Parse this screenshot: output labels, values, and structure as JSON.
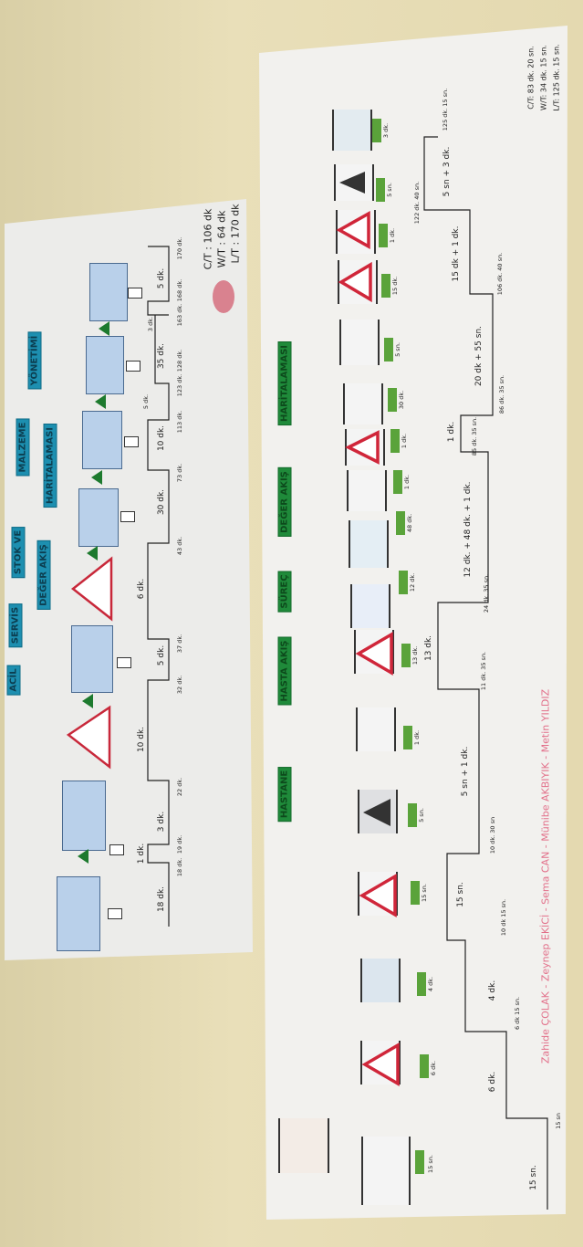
{
  "left_poster": {
    "title_words": [
      "ACİL",
      "SERVİS",
      "STOK VE",
      "MALZEME",
      "YÖNETİMİ"
    ],
    "subtitle_words": [
      "DEĞER AKIŞ",
      "HARİTALAMASI"
    ],
    "process_time_labels": [
      "18 dk.",
      "1 dk.",
      "3 dk.",
      "10 dk.",
      "5 dk.",
      "6 dk.",
      "30 dk.",
      "10 dk.",
      "5 dk.",
      "35 dk.",
      "3 dk.",
      "5 dk."
    ],
    "cumulative_labels": [
      "18 dk.",
      "19 dk.",
      "22 dk.",
      "32 dk.",
      "37 dk.",
      "43 dk.",
      "73 dk.",
      "113 dk.",
      "123 dk.",
      "128 dk.",
      "163 dk.",
      "168 dk.",
      "170 dk."
    ],
    "summary": {
      "ct": "C/T : 106 dk",
      "wt": "W/T : 64 dk",
      "lt": "L/T : 170 dk"
    }
  },
  "right_poster": {
    "title_words": [
      "HASTANE",
      "HASTA AKIŞ",
      "SÜREÇ",
      "DEĞER AKIŞ",
      "HARİTALAMASI"
    ],
    "step_times": [
      "15 sn.",
      "6 dk.",
      "4 dk.",
      "15 sn.",
      "5 sn.",
      "1 dk.",
      "13 dk.",
      "12 dk.",
      "48 dk.",
      "1 dk.",
      "1 dk.",
      "30 dk.",
      "5 sn.",
      "15 dk.",
      "1 dk.",
      "5 sn.",
      "3 dk."
    ],
    "process_time_labels": [
      "15 sn.",
      "6 dk.",
      "4 dk.",
      "15 sn.",
      "5 sn + 1 dk.",
      "13 dk.",
      "12 dk. + 48 dk. + 1 dk.",
      "1 dk.",
      "20 dk + 55 sn.",
      "15 dk + 1 dk.",
      "5 sn + 3 dk."
    ],
    "cumulative_labels": [
      "15 sn",
      "6 dk 15 sn.",
      "10 dk 15 sn.",
      "10 dk. 30 sn",
      "11 dk. 35 sn.",
      "24 dk. 35 sn.",
      "85 dk. 35 sn.",
      "86 dk. 35 sn.",
      "106 dk. 40 sn.",
      "122 dk. 40 sn.",
      "125 dk. 15 sn."
    ],
    "summary": {
      "ct": "C/T: 83 dk. 20 sn.",
      "wt": "W/T: 34 dk. 15 sn.",
      "lt": "L/T: 125 dk. 15 sn."
    },
    "authors": "Zahide ÇOLAK - Zeynep EKİCİ - Sema CAN - Münibe AKBIYIK - Metin YILDIZ"
  },
  "colors": {
    "wall": "#e6dcb4",
    "title_blue": "#1d8fb0",
    "title_green": "#1f8a3a",
    "warning_red": "#d0263a",
    "time_bar_green": "#5aa33a"
  }
}
